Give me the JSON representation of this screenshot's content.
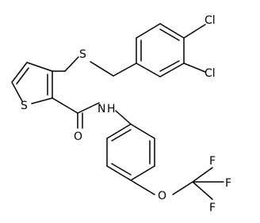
{
  "structure": {
    "atoms": {
      "cl_top": "Cl",
      "cl_mid": "Cl",
      "s_thioether": "S",
      "s_ring": "S",
      "n_amide": "N",
      "h_amide": "H",
      "o_carbonyl": "O",
      "o_ether": "O",
      "f_top": "F",
      "f_right": "F",
      "f_bottom": "F"
    }
  }
}
